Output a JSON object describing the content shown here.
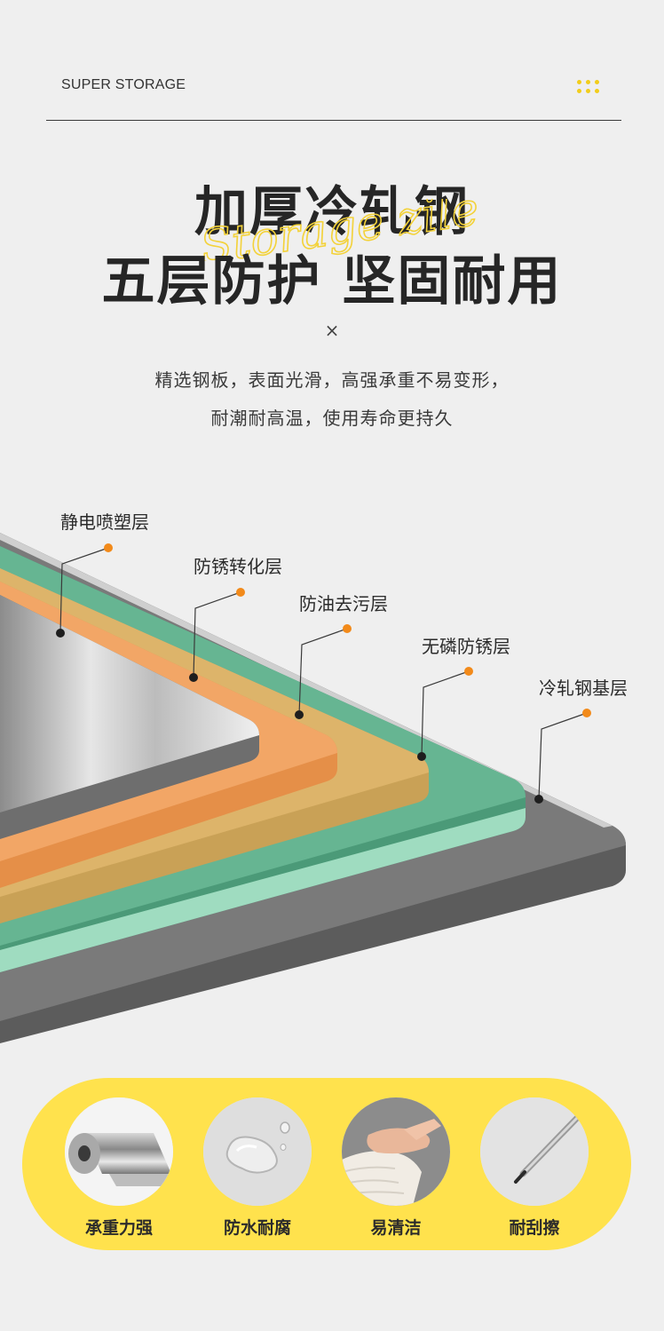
{
  "header": {
    "brand": "SUPER STORAGE",
    "menu_icon": "dots-grid-icon"
  },
  "headline": {
    "line1": "加厚冷轧钢",
    "line2": "五层防护 坚固耐用",
    "script_text": "Storage zile"
  },
  "separator": "×",
  "description": {
    "line1": "精选钢板，表面光滑，高强承重不易变形，",
    "line2": "耐潮耐高温，使用寿命更持久"
  },
  "layers": [
    {
      "label": "静电喷塑层",
      "color": "#b5b5b5"
    },
    {
      "label": "防锈转化层",
      "color": "#f0a462"
    },
    {
      "label": "防油去污层",
      "color": "#d6ae62"
    },
    {
      "label": "无磷防锈层",
      "color": "#5fae8a"
    },
    {
      "label": "冷轧钢基层",
      "color": "#6d6d6d"
    }
  ],
  "colors": {
    "accent": "#f2cd1a",
    "pointer_dot": "#f28a1a",
    "panel": "#ffe24d"
  },
  "features": [
    {
      "label": "承重力强",
      "icon": "steel-roll-icon"
    },
    {
      "label": "防水耐腐",
      "icon": "water-drop-icon"
    },
    {
      "label": "易清洁",
      "icon": "cleaning-cloth-icon"
    },
    {
      "label": "耐刮擦",
      "icon": "scratch-tool-icon"
    }
  ]
}
